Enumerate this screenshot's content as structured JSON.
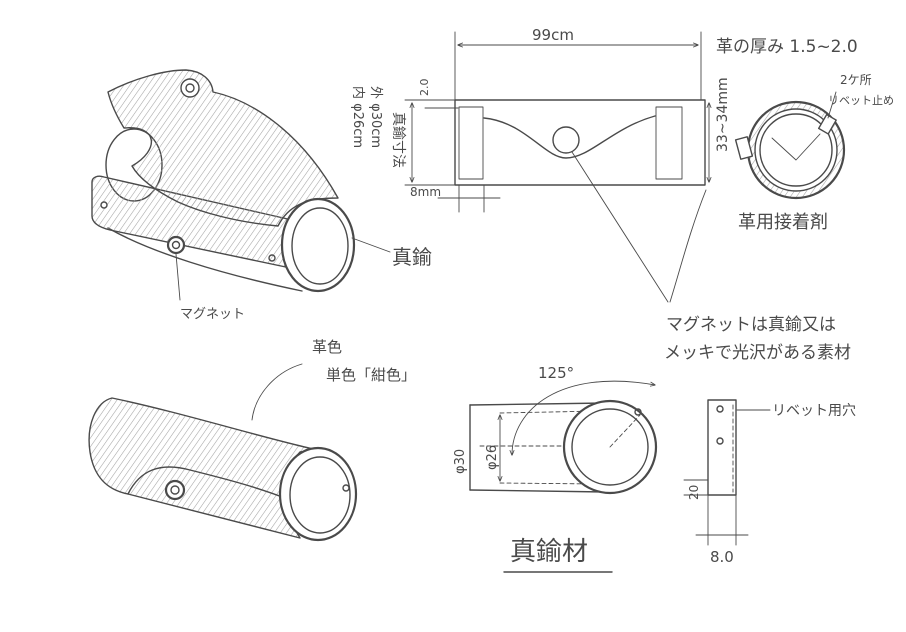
{
  "top_view": {
    "width_label": "99cm",
    "tab_height_label": "2.0",
    "tab_width_label": "8mm",
    "height_label": "33~34mm",
    "brass_size_title": "真鍮寸法",
    "brass_outer": "外 φ30cm",
    "brass_inner": "内 φ26cm"
  },
  "ring_view": {
    "thickness_label": "革の厚み 1.5~2.0",
    "rivet_count": "2ケ所",
    "rivet_label": "リベット止め",
    "adhesive_label": "革用接着剤"
  },
  "assembled_view": {
    "brass_label": "真鍮",
    "magnet_label": "マグネット"
  },
  "magnet_note": {
    "line1": "マグネットは真鍮又は",
    "line2": "メッキで光沢がある素材"
  },
  "leather_view": {
    "color_label": "革色",
    "color_value": "単色「紺色」"
  },
  "brass_part": {
    "angle": "125°",
    "outer_diameter": "φ30",
    "inner_diameter": "φ26",
    "title": "真鍮材"
  },
  "rivet_part": {
    "hole_label": "リベット用穴",
    "height": "20",
    "width": "8.0"
  },
  "colors": {
    "pencil": "#4a4a4a",
    "shading": "#a3a3a3",
    "paper": "#ffffff"
  }
}
